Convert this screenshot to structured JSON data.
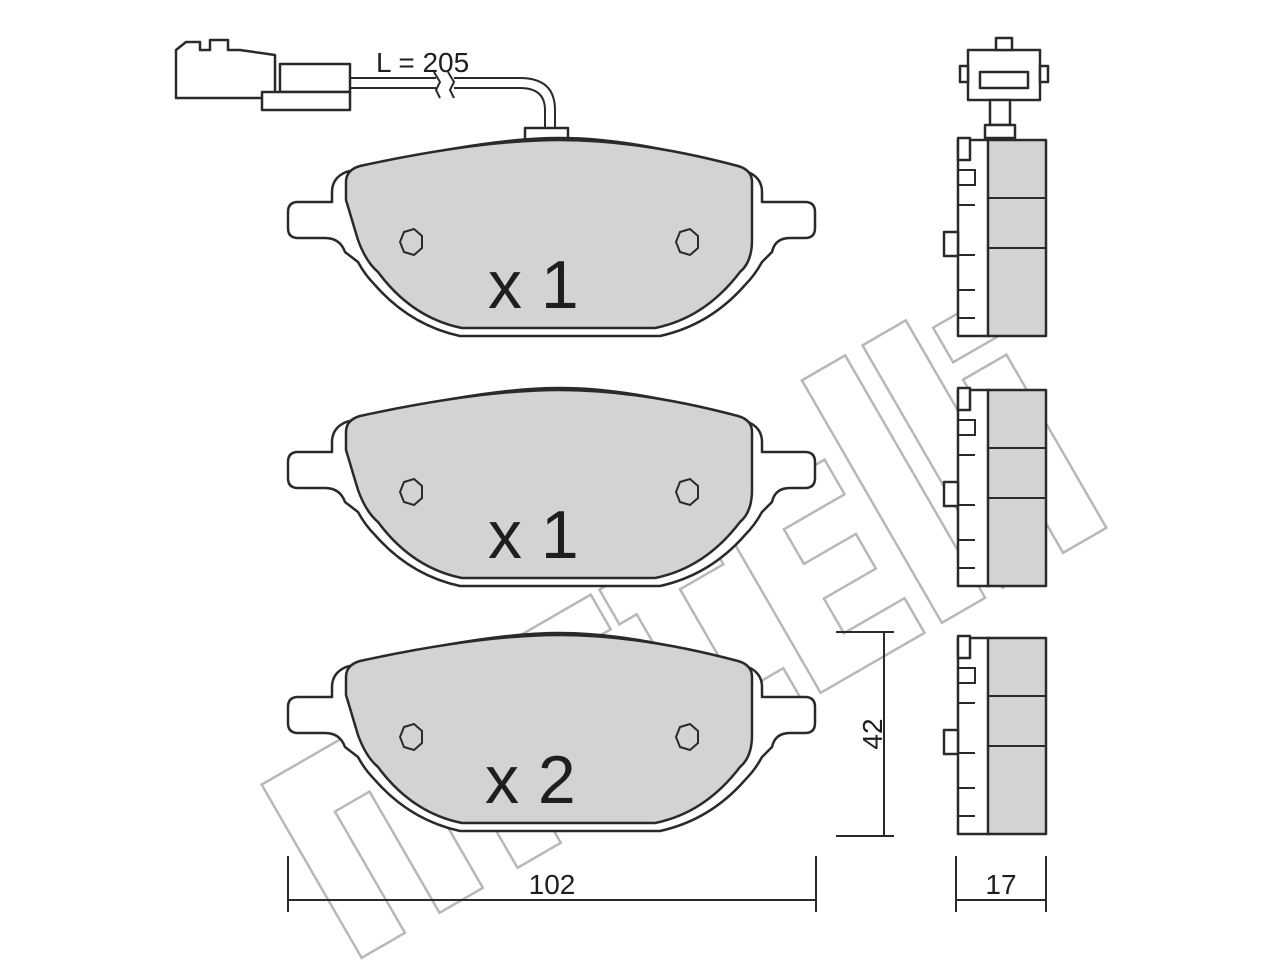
{
  "watermark": "metelli",
  "wire_length_label": "L = 205",
  "pads": [
    {
      "quantity_label": "x 1"
    },
    {
      "quantity_label": "x 1"
    },
    {
      "quantity_label": "x 2"
    }
  ],
  "dimensions": {
    "width_label": "102",
    "height_label": "42",
    "thickness_label": "17"
  },
  "colors": {
    "friction_material": "#d3d3d3",
    "line": "#2a2a2a",
    "watermark": "#b8b8b8"
  }
}
